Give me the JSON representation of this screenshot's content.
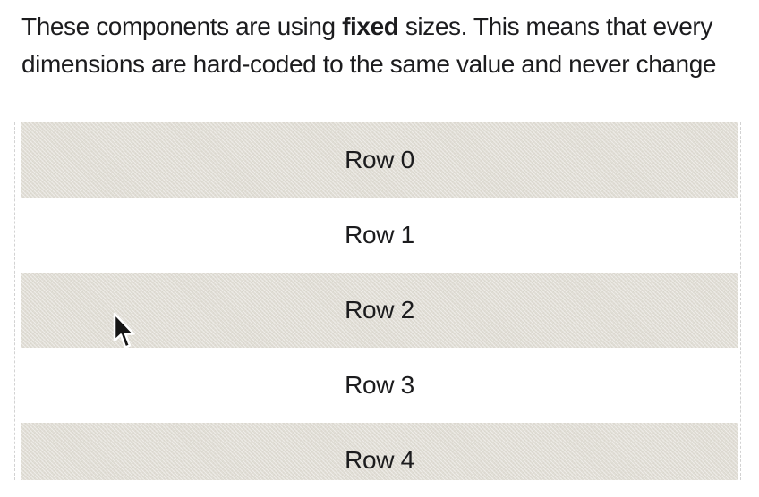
{
  "intro": {
    "line1_pre": "These components are using ",
    "line1_bold": "fixed",
    "line1_post": " sizes. This means that every",
    "line2": "dimensions are hard-coded to the same value and never change"
  },
  "list": {
    "rows": [
      {
        "label": "Row 0",
        "variant": "even"
      },
      {
        "label": "Row 1",
        "variant": "odd"
      },
      {
        "label": "Row 2",
        "variant": "even"
      },
      {
        "label": "Row 3",
        "variant": "odd"
      },
      {
        "label": "Row 4",
        "variant": "even"
      }
    ],
    "colors": {
      "even_row": "#e0ddd5",
      "odd_row": "#ffffff",
      "wrapper_border": "#d2d2d2",
      "text": "#1c1c1e"
    }
  },
  "cursor": {
    "icon": "arrow-pointer"
  }
}
